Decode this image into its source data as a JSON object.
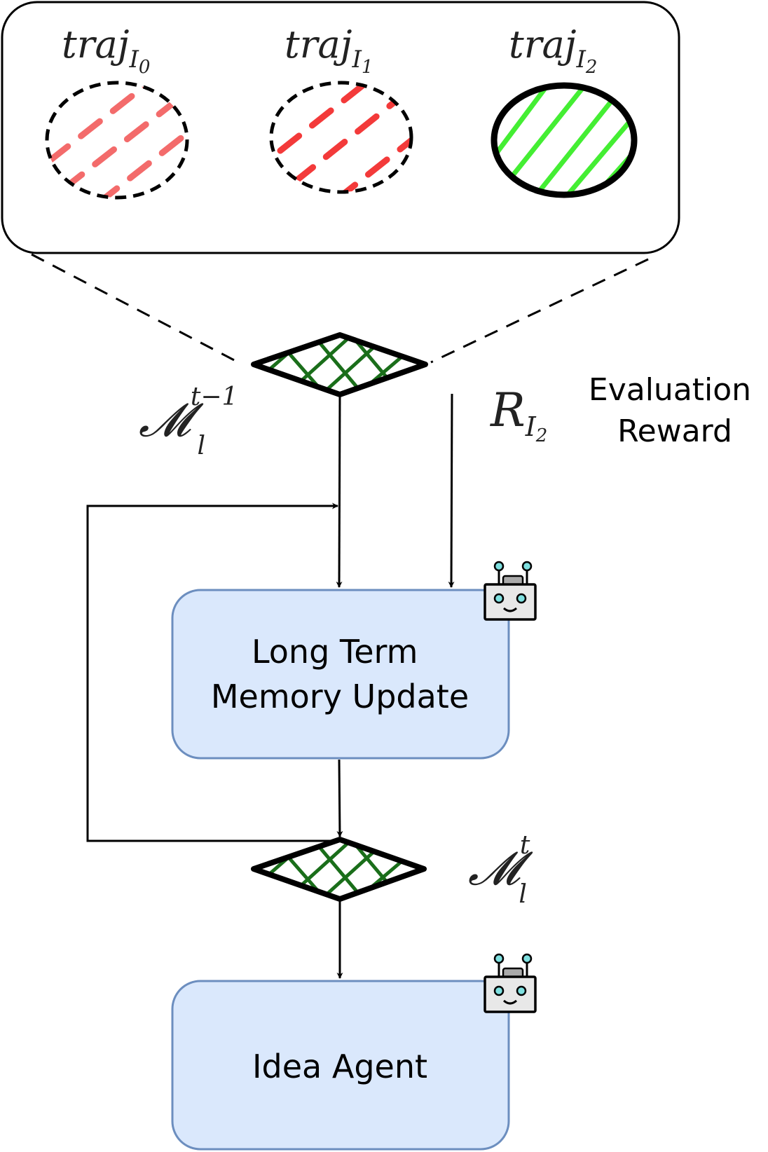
{
  "trajectories": [
    {
      "base": "traj",
      "sub": "I",
      "sub_index": "0"
    },
    {
      "base": "traj",
      "sub": "I",
      "sub_index": "1"
    },
    {
      "base": "traj",
      "sub": "I",
      "sub_index": "2"
    }
  ],
  "memory_prev": {
    "symbol": "𝓜",
    "sub": "l",
    "sup": "t−1"
  },
  "reward": {
    "symbol": "R",
    "sub": "I",
    "sub_index": "2"
  },
  "evaluation_reward": {
    "line1": "Evaluation",
    "line2": "Reward"
  },
  "memory_update_box": {
    "line1": "Long Term",
    "line2": "Memory Update"
  },
  "memory_curr": {
    "symbol": "𝓜",
    "sub": "l",
    "sup": "t"
  },
  "idea_agent_box": {
    "label": "Idea Agent"
  },
  "icons": {
    "robot_1": "robot-icon",
    "robot_2": "robot-icon"
  },
  "colors": {
    "box_fill": "#dae8fc",
    "box_stroke": "#6c8ebf",
    "failed_hatch_0": "#f36b6b",
    "failed_hatch_1": "#f33a3a",
    "success_hatch": "#44ee33",
    "memory_hatch": "#1a6e1a"
  }
}
